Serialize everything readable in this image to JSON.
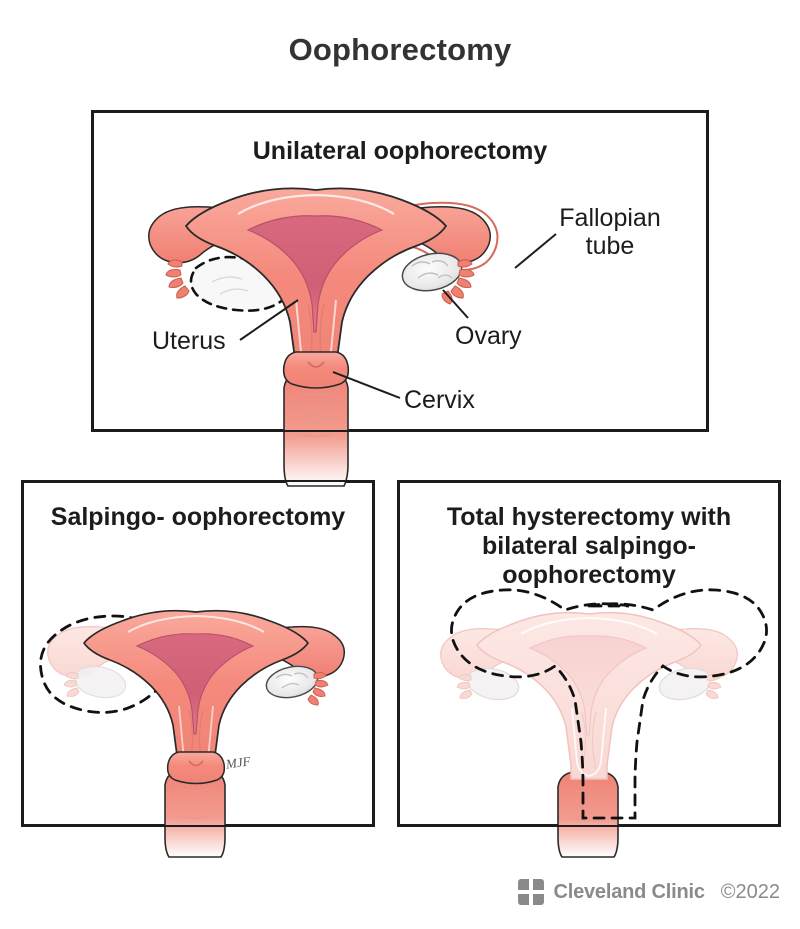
{
  "title": "Oophorectomy",
  "panels": [
    {
      "id": "unilateral",
      "title": "Unilateral oophorectomy",
      "labels": [
        {
          "name": "fallopian-tube",
          "text": "Fallopian\ntube"
        },
        {
          "name": "uterus",
          "text": "Uterus"
        },
        {
          "name": "ovary",
          "text": "Ovary"
        },
        {
          "name": "cervix",
          "text": "Cervix"
        }
      ]
    },
    {
      "id": "salpingo",
      "title": "Salpingo-\noophorectomy"
    },
    {
      "id": "total",
      "title": "Total hysterectomy\nwith bilateral\nsalpingo-oophorectomy"
    }
  ],
  "footer": {
    "logo_icon": "cleveland-clinic-logo-icon",
    "wordmark": "Cleveland Clinic",
    "copyright": "©2022"
  },
  "artist_signature": "MJF",
  "colors": {
    "title_text": "#333333",
    "panel_border": "#1c1c1c",
    "label_text": "#1c1c1c",
    "uterus_outer": "#f4897c",
    "uterus_wall": "#f09a8f",
    "endometrium": "#d26079",
    "tube_pink": "#f4897c",
    "ovary_white": "#eeeeee",
    "removed_fade": "#fbdcd8",
    "vagina_pink": "#ef8376",
    "footer_gray": "#8a8a8a",
    "dashed_outline": "#111111"
  }
}
